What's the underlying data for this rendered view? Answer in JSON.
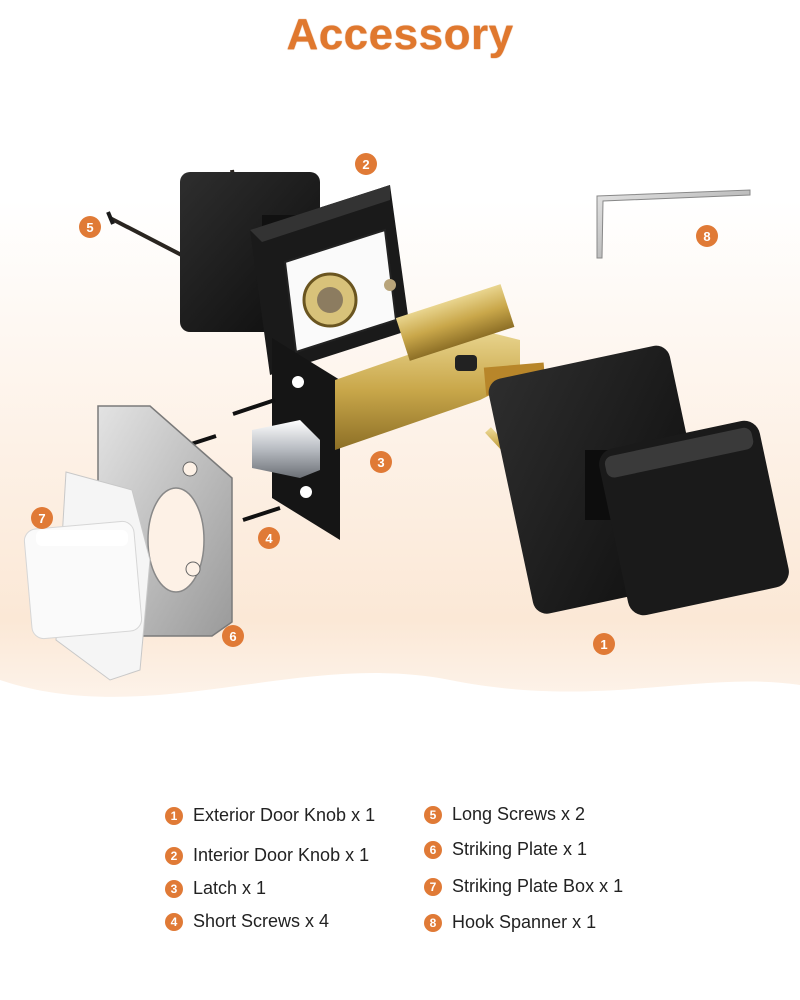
{
  "title": "Accessory",
  "colors": {
    "accent": "#e07a36",
    "title": "#e0782e",
    "hardware_black": "#141414",
    "brass": "#c9a74a"
  },
  "callouts": [
    "1",
    "2",
    "3",
    "4",
    "5",
    "6",
    "7",
    "8"
  ],
  "legend": {
    "left": [
      {
        "num": "1",
        "text": "Exterior Door Knob x 1"
      },
      {
        "num": "2",
        "text": "Interior Door Knob x 1"
      },
      {
        "num": "3",
        "text": "Latch x 1"
      },
      {
        "num": "4",
        "text": "Short Screws x 4"
      }
    ],
    "right": [
      {
        "num": "5",
        "text": "Long Screws x 2"
      },
      {
        "num": "6",
        "text": "Striking Plate x 1"
      },
      {
        "num": "7",
        "text": "Striking Plate Box x 1"
      },
      {
        "num": "8",
        "text": "Hook Spanner x 1"
      }
    ]
  }
}
